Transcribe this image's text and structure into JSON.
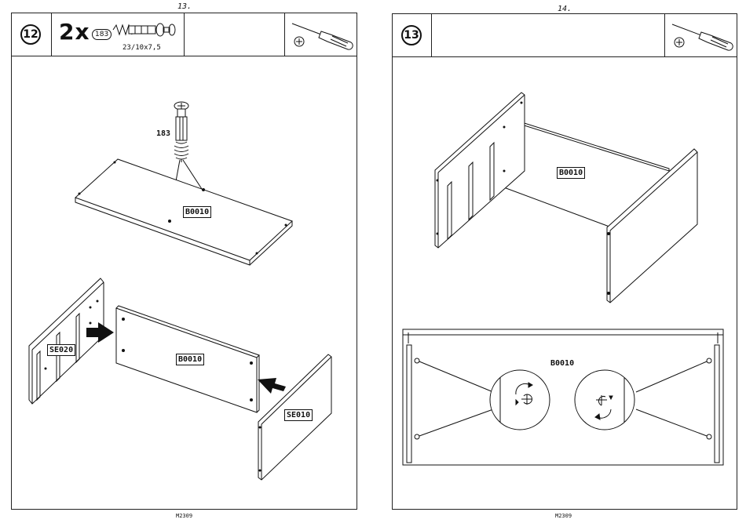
{
  "left_page": {
    "page_number": "13.",
    "step_number": "12",
    "quantity": "2x",
    "part_id": "183",
    "part_dimensions": "23/10x7,5",
    "tool_icon": "phillips-screwdriver-icon",
    "callout_part": "183",
    "labels": {
      "top_panel": "B0010",
      "back_panel": "B0010",
      "left_side": "SE020",
      "right_side": "SE010"
    },
    "footer_code": "M2309"
  },
  "right_page": {
    "page_number": "14.",
    "step_number": "13",
    "tool_icon": "phillips-screwdriver-icon",
    "labels": {
      "assembled_panel": "B0010",
      "detail_panel": "B0010"
    },
    "footer_code": "M2309"
  }
}
